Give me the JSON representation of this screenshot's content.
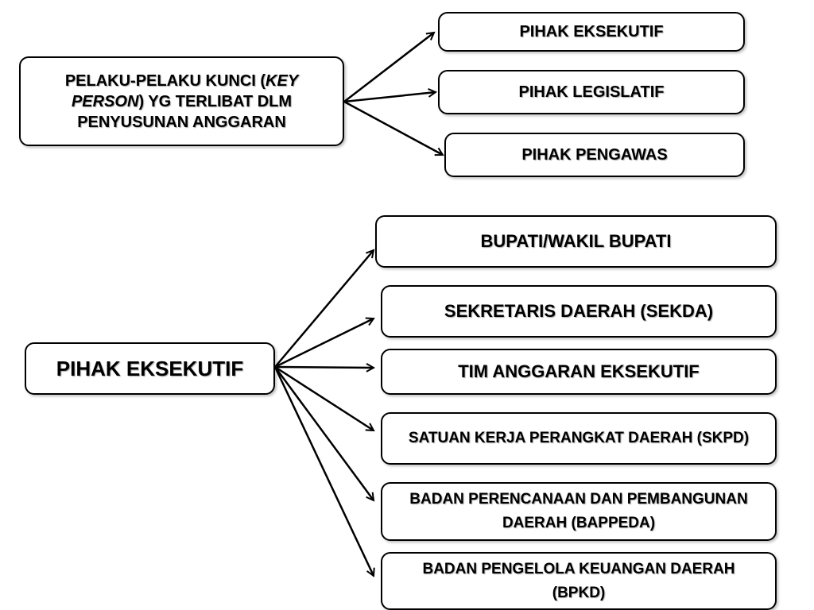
{
  "top_section": {
    "source": {
      "line1": "PELAKU-PELAKU KUNCI (",
      "line1_italic": "KEY",
      "line2_italic": "PERSON",
      "line2": ") YG TERLIBAT DLM",
      "line3": "PENYUSUNAN ANGGARAN"
    },
    "targets": [
      {
        "label": "PIHAK EKSEKUTIF"
      },
      {
        "label": "PIHAK LEGISLATIF"
      },
      {
        "label": "PIHAK PENGAWAS"
      }
    ]
  },
  "bottom_section": {
    "source": {
      "label": "PIHAK EKSEKUTIF"
    },
    "targets": [
      {
        "label": "BUPATI/WAKIL BUPATI"
      },
      {
        "label": "SEKRETARIS DAERAH (SEKDA)"
      },
      {
        "label": "TIM ANGGARAN EKSEKUTIF"
      },
      {
        "label": "SATUAN KERJA PERANGKAT DAERAH (SKPD)"
      },
      {
        "label": "BADAN PERENCANAAN DAN PEMBANGUNAN DAERAH (BAPPEDA)"
      },
      {
        "label": "BADAN PENGELOLA KEUANGAN DAERAH (BPKD)"
      }
    ]
  }
}
